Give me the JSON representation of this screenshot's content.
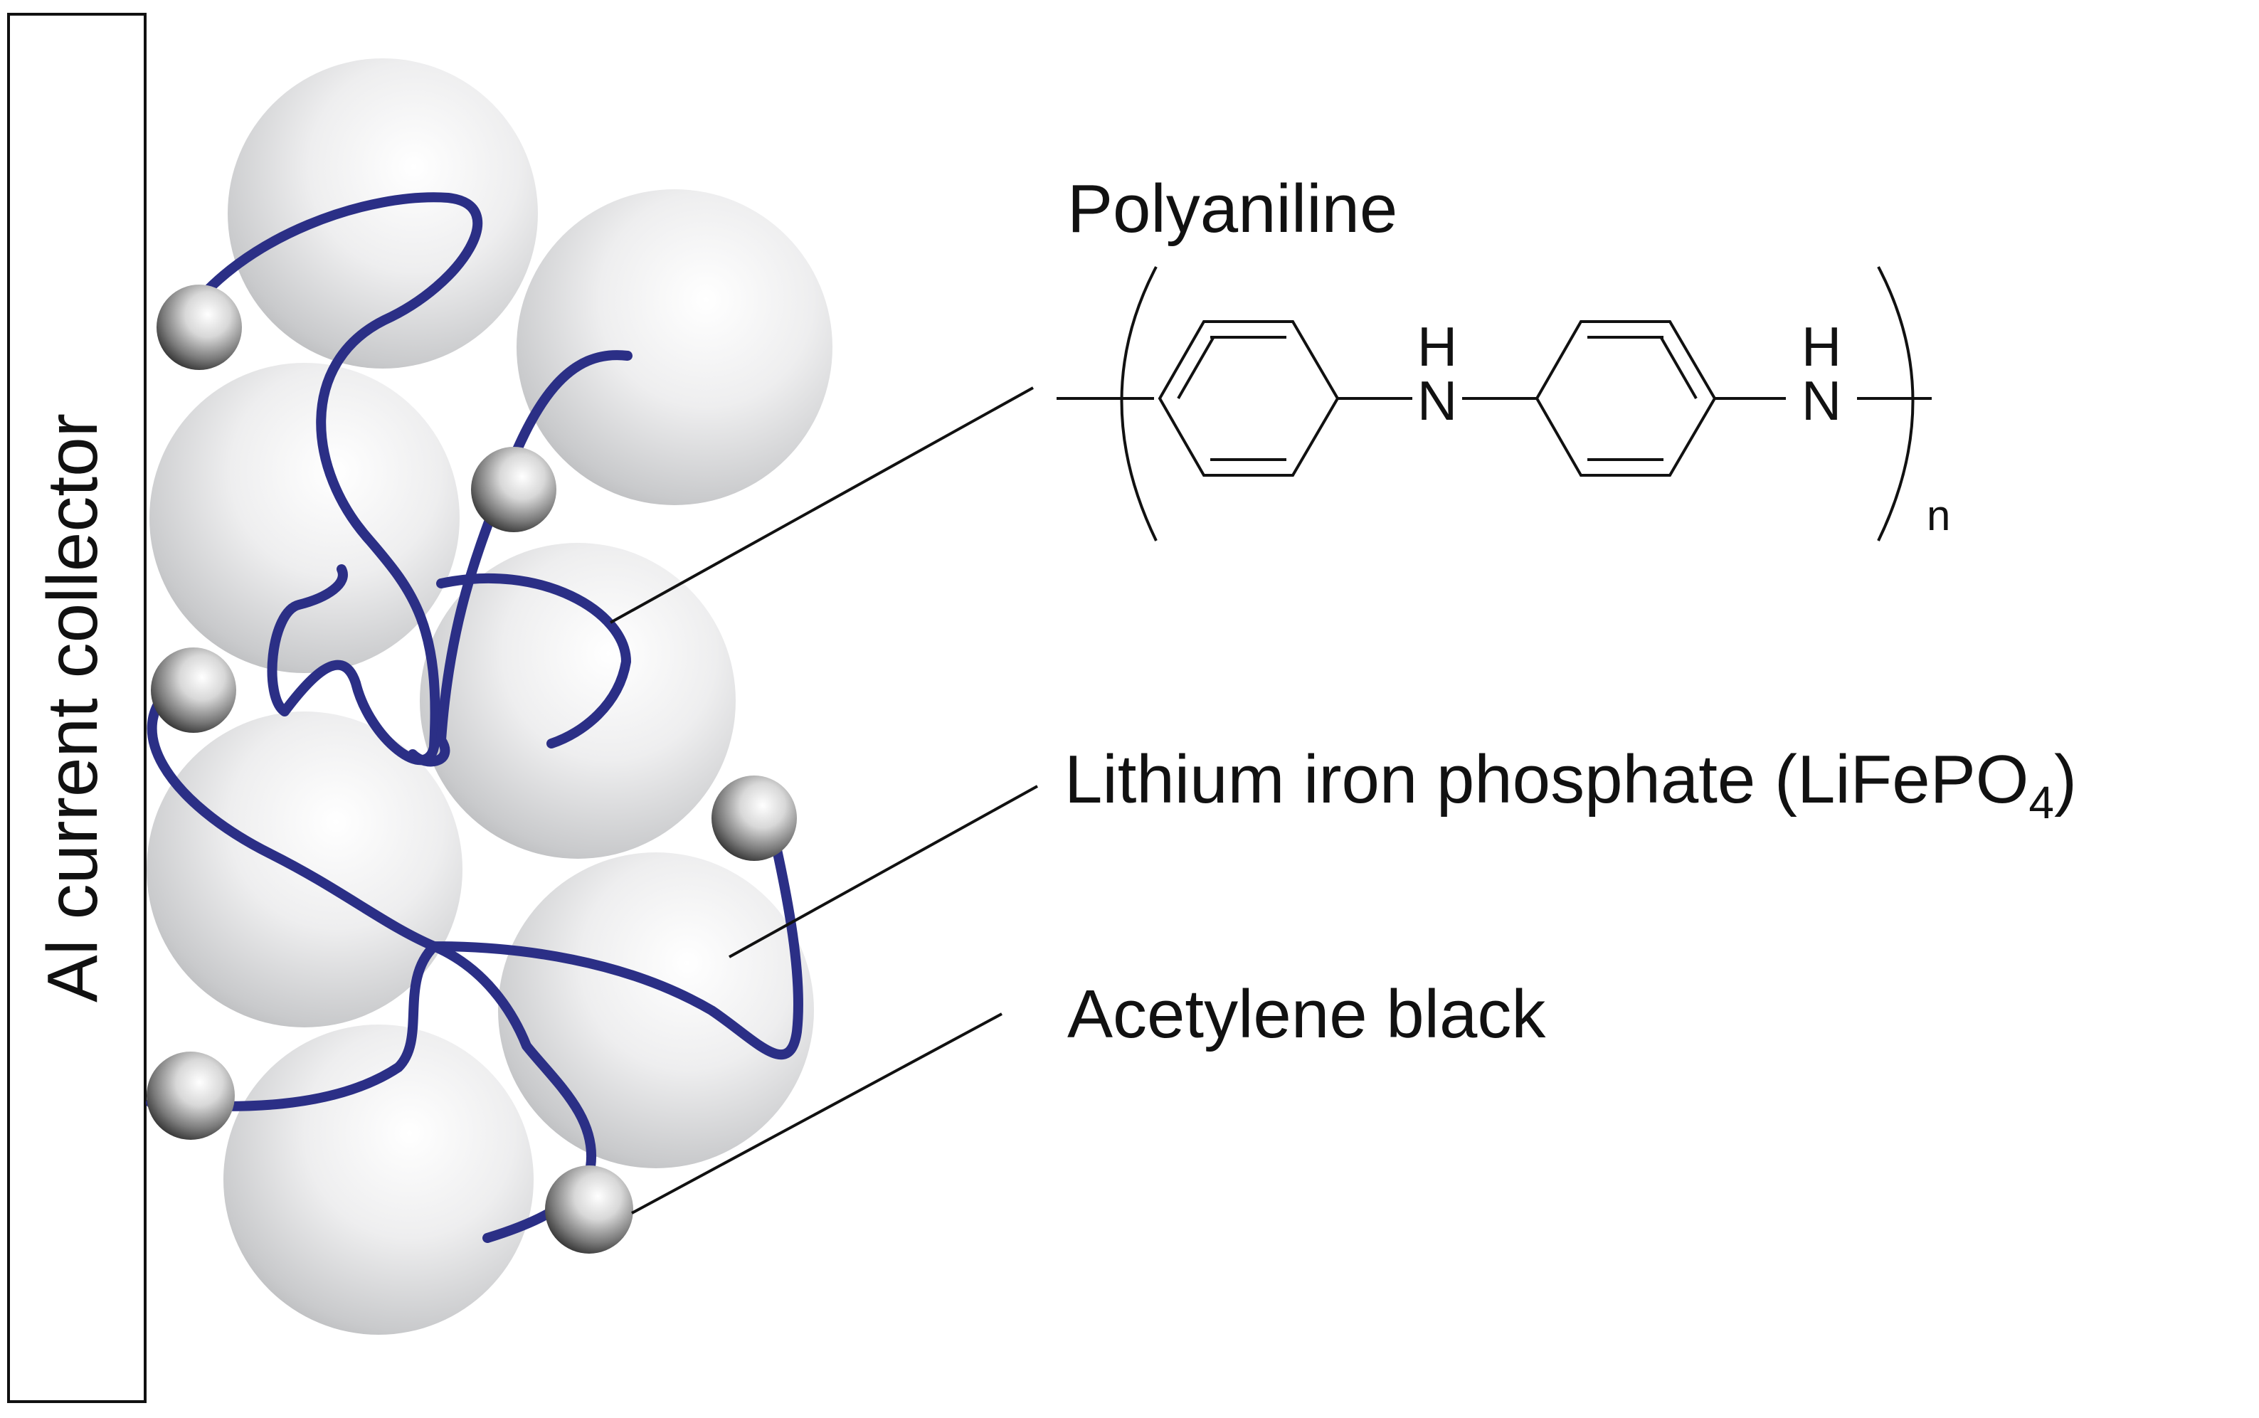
{
  "labels": {
    "collector": "Al current collector",
    "polymer": "Polyaniline",
    "lfp_prefix": "Lithium iron phosphate (LiFePO",
    "lfp_sub": "4",
    "lfp_suffix": ")",
    "carbon": "Acetylene black"
  },
  "structure": {
    "h_atom": "H",
    "n_atom": "N",
    "repeat_subscript": "n"
  },
  "colors": {
    "polymer_chain": "#2b2f86",
    "lfp_particle": "#d9dadb",
    "carbon_particle": "#3a3a3a",
    "outline": "#111111"
  }
}
